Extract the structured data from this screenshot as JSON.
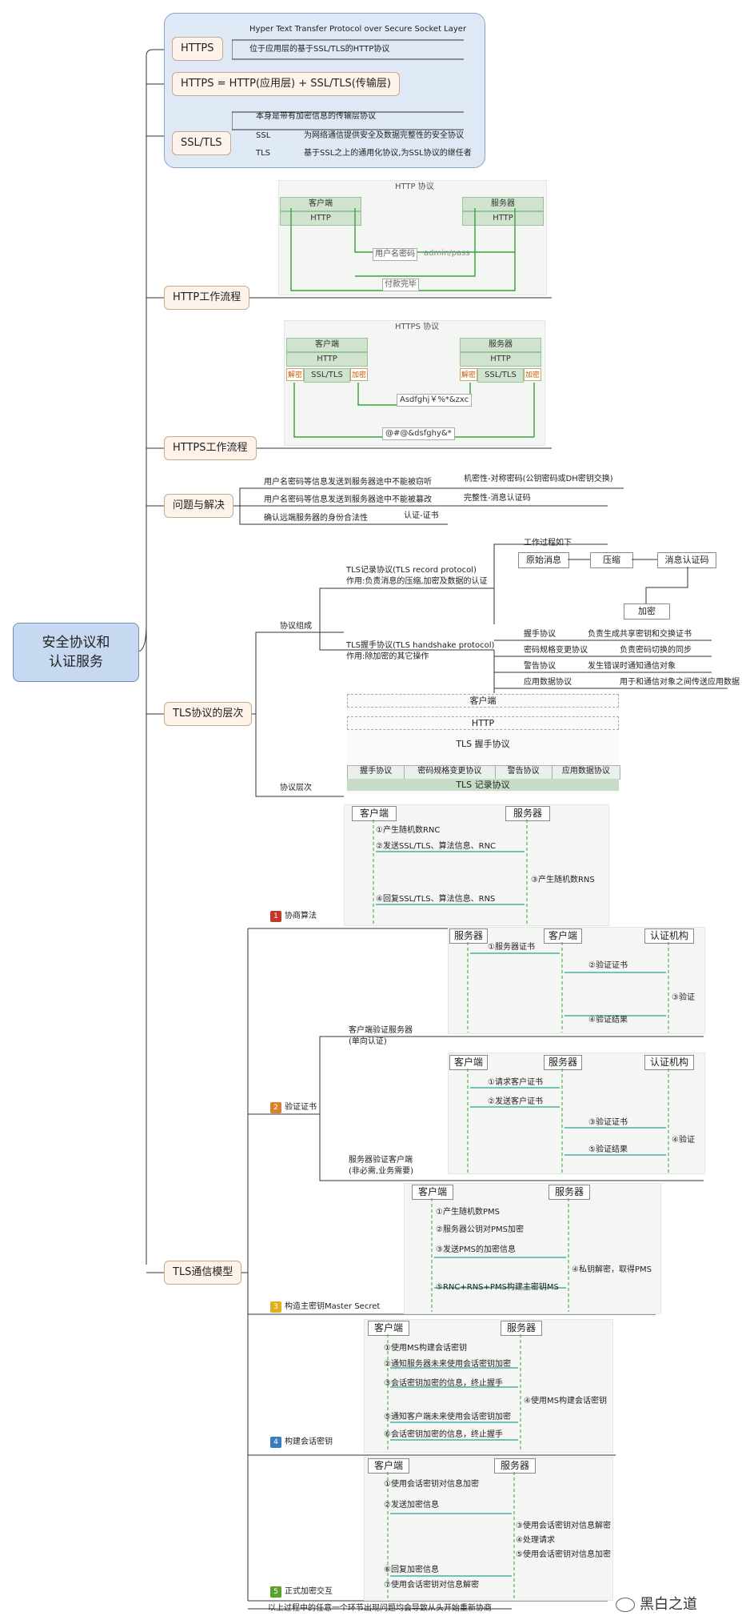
{
  "root": {
    "label": "安全协议和\n认证服务"
  },
  "nodes": {
    "https": "HTTPS",
    "https_eq": "HTTPS = HTTP(应用层) + SSL/TLS(传输层)",
    "ssl_tls": "SSL/TLS",
    "http_flow": "HTTP工作流程",
    "https_flow": "HTTPS工作流程",
    "problem": "问题与解决",
    "tls_layers": "TLS协议的层次",
    "tls_model": "TLS通信模型"
  },
  "callout": {
    "https_full": "Hyper Text Transfer Protocol over Secure Socket Layer",
    "https_desc": "位于应用层的基于SSL/TLS的HTTP协议",
    "ssl_tls_desc": "本身是带有加密信息的传输层协议",
    "ssl_label": "SSL",
    "ssl_desc": "为网络通信提供安全及数据完整性的安全协议",
    "tls_label": "TLS",
    "tls_desc": "基于SSL之上的通用化协议,为SSL协议的继任者"
  },
  "http_diagram": {
    "title": "HTTP 协议",
    "client": "客户端",
    "server": "服务器",
    "http": "HTTP",
    "msg1": "用户名密码",
    "msg1b": "admin/pass",
    "msg2": "付款完毕"
  },
  "https_diagram": {
    "title": "HTTPS 协议",
    "client": "客户端",
    "server": "服务器",
    "http": "HTTP",
    "ssl": "SSL/TLS",
    "decrypt": "解密",
    "encrypt": "加密",
    "msg1": "Asdfghj￥%*&zxc",
    "msg2": "@#@&dsfghy&*"
  },
  "problems": {
    "p1": "用户名密码等信息发送到服务器途中不能被窃听",
    "s1": "机密性-对称密码(公钥密码或DH密钥交换)",
    "p2": "用户名密码等信息发送到服务器途中不能被篡改",
    "s2": "完整性-消息认证码",
    "p3": "确认远端服务器的身份合法性",
    "s3": "认证-证书"
  },
  "tls": {
    "composition": "协议组成",
    "record_title": "TLS记录协议(TLS record protocol)",
    "record_desc": "作用:负责消息的压缩,加密及数据的认证",
    "workflow": "工作过程如下",
    "wf_msg": "原始消息",
    "wf_compress": "压缩",
    "wf_mac": "消息认证码",
    "wf_encrypt": "加密",
    "handshake_title": "TLS握手协议(TLS handshake protocol)",
    "handshake_desc": "作用:除加密的其它操作",
    "sub": [
      {
        "name": "握手协议",
        "desc": "负责生成共享密钥和交换证书"
      },
      {
        "name": "密码规格变更协议",
        "desc": "负责密码切换的同步"
      },
      {
        "name": "警告协议",
        "desc": "发生错误时通知通信对象"
      },
      {
        "name": "应用数据协议",
        "desc": "用于和通信对象之间传送应用数据"
      }
    ],
    "layers_label": "协议层次",
    "stack_client": "客户端",
    "stack_http": "HTTP",
    "stack_tls_hs": "TLS 握手协议",
    "stack_cells": [
      "握手协议",
      "密码规格变更协议",
      "警告协议",
      "应用数据协议"
    ],
    "stack_record": "TLS 记录协议"
  },
  "model": {
    "s1": {
      "num": "1",
      "label": "协商算法",
      "client": "客户端",
      "server": "服务器",
      "m1": "①产生随机数RNC",
      "m2": "②发送SSL/TLS、算法信息、RNC",
      "m3": "③产生随机数RNS",
      "m4": "④回复SSL/TLS、算法信息、RNS"
    },
    "s2": {
      "num": "2",
      "label": "验证证书",
      "a_label": "客户端验证服务器",
      "a_sub": "(单向认证)",
      "a_server": "服务器",
      "a_client": "客户端",
      "a_ca": "认证机构",
      "a_m1": "①服务器证书",
      "a_m2": "②验证证书",
      "a_m3": "③验证",
      "a_m4": "④验证结果",
      "b_label": "服务器验证客户端",
      "b_sub": "(非必需,业务需要)",
      "b_client": "客户端",
      "b_server": "服务器",
      "b_ca": "认证机构",
      "b_m1": "①请求客户证书",
      "b_m2": "②发送客户证书",
      "b_m3": "③验证证书",
      "b_m4": "④验证",
      "b_m5": "⑤验证结果"
    },
    "s3": {
      "num": "3",
      "label": "构造主密钥Master Secret",
      "client": "客户端",
      "server": "服务器",
      "m1": "①产生随机数PMS",
      "m2": "②服务器公钥对PMS加密",
      "m3": "③发送PMS的加密信息",
      "m4": "④私钥解密，取得PMS",
      "m5": "⑤RNC+RNS+PMS构建主密钥MS"
    },
    "s4": {
      "num": "4",
      "label": "构建会话密钥",
      "client": "客户端",
      "server": "服务器",
      "m1": "①使用MS构建会话密钥",
      "m2": "②通知服务器未来使用会话密钥加密",
      "m3": "③会话密钥加密的信息，终止握手",
      "m4": "④使用MS构建会话密钥",
      "m5": "⑤通知客户端未来使用会话密钥加密",
      "m6": "⑥会话密钥加密的信息，终止握手"
    },
    "s5": {
      "num": "5",
      "label": "正式加密交互",
      "client": "客户端",
      "server": "服务器",
      "m1": "①使用会话密钥对信息加密",
      "m2": "②发送加密信息",
      "m3": "③使用会话密钥对信息解密",
      "m4": "④处理请求",
      "m5": "⑤使用会话密钥对信息加密",
      "m6": "⑥回复加密信息",
      "m7": "⑦使用会话密钥对信息解密"
    },
    "footer": "以上过程中的任意一个环节出现问题均会导致从头开始重新协商"
  },
  "watermark": "黑白之道",
  "colors": {
    "step1": "#c0392b",
    "step2": "#d9822b",
    "step3": "#e0b020",
    "step4": "#3a7dbf",
    "step5": "#5aa02c",
    "arrow": "#2aa198",
    "lifeline": "#39a039"
  }
}
